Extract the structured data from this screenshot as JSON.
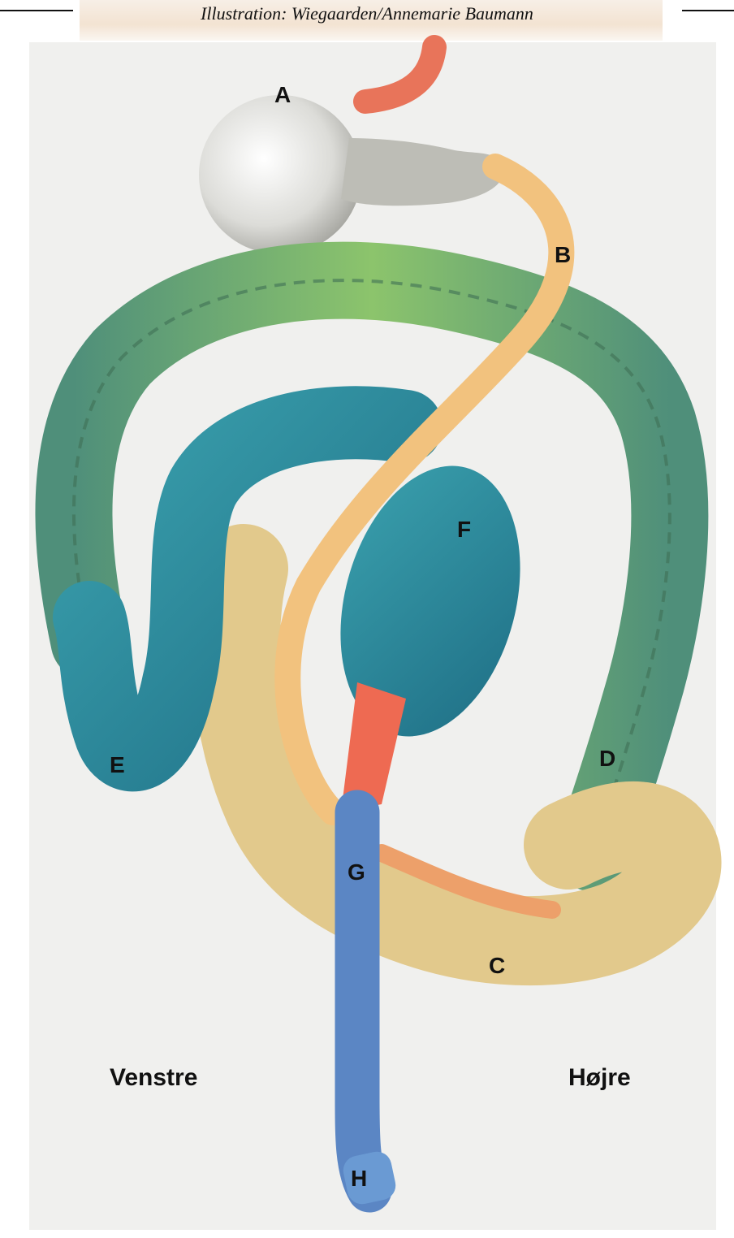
{
  "credit": "Illustration: Wiegaarden/Annemarie Baumann",
  "labels": {
    "A": "A",
    "B": "B",
    "C": "C",
    "D": "D",
    "E": "E",
    "F": "F",
    "G": "G",
    "H": "H"
  },
  "sides": {
    "left": "Venstre",
    "right": "Højre"
  },
  "colors": {
    "stomach": "#dcdcd8",
    "esophagus": "#e8745a",
    "small_intestine": "#f2c27e",
    "colon": "#7fb36a",
    "blue_organ": "#2f8a9a",
    "rectum_tube": "#5b86c4",
    "red_segment": "#ee6a52",
    "yellow_loops": "#e2c98c"
  }
}
